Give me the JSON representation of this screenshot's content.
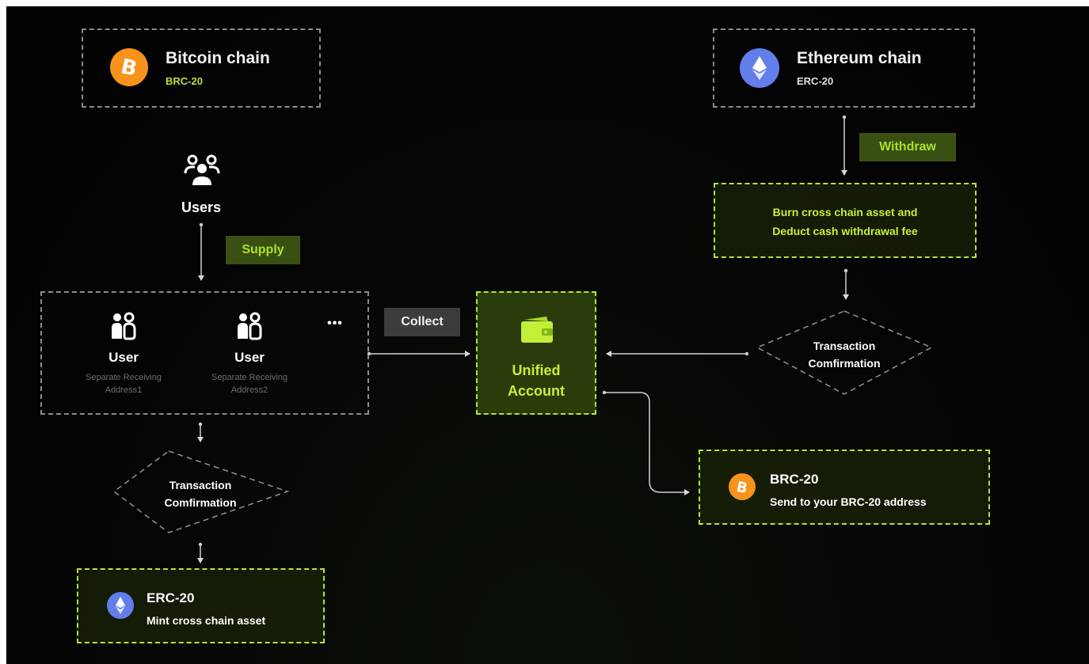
{
  "bitcoin_chain": {
    "title": "Bitcoin chain",
    "standard": "BRC-20",
    "icon": "bitcoin-icon",
    "icon_color": "#f7931a"
  },
  "ethereum_chain": {
    "title": "Ethereum chain",
    "standard": "ERC-20",
    "icon": "ethereum-icon",
    "icon_color": "#627eea"
  },
  "users": {
    "label": "Users",
    "icon": "users-group-icon"
  },
  "supply_label": "Supply",
  "collect_label": "Collect",
  "withdraw_label": "Withdraw",
  "user_group": {
    "users": [
      {
        "label": "User",
        "sub_line1": "Separate Receiving",
        "sub_line2": "Address1"
      },
      {
        "label": "User",
        "sub_line1": "Separate Receiving",
        "sub_line2": "Address2"
      }
    ],
    "more": "•••"
  },
  "unified_account": {
    "line1": "Unified",
    "line2": "Account",
    "icon": "wallet-icon"
  },
  "burn_box": {
    "line1": "Burn cross chain asset and",
    "line2": "Deduct cash withdrawal fee"
  },
  "tx_confirm_right": {
    "line1": "Transaction",
    "line2": "Comfirmation"
  },
  "tx_confirm_left": {
    "line1": "Transaction",
    "line2": "Comfirmation"
  },
  "brc20_output": {
    "title": "BRC-20",
    "desc": "Send to your BRC-20 address",
    "icon": "bitcoin-icon"
  },
  "erc20_output": {
    "title": "ERC-20",
    "desc": "Mint cross chain asset",
    "icon": "ethereum-icon"
  },
  "colors": {
    "accent_green": "#b6e33a",
    "background": "#050505",
    "dashed_gray": "#8a8a8a"
  }
}
